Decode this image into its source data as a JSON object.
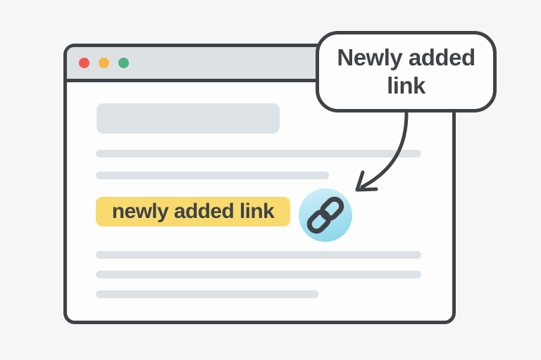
{
  "colors": {
    "page-bg": "#f6f6f7",
    "stroke": "#3f4347",
    "window-bg": "#fdfdfe",
    "topbar": "#dce1e4",
    "skeleton": "#dde2e6",
    "dot-red": "#f0594f",
    "dot-orange": "#f9b544",
    "dot-green": "#4eb283",
    "highlight-yellow": "#f8da6e",
    "circle-blue-light": "#c6ecf6",
    "circle-blue": "#92d8ec",
    "bubble-bg": "#fdfdfd"
  },
  "callout": {
    "line1": "Newly added",
    "line2": "link"
  },
  "browser": {
    "highlight_text": "newly added link",
    "traffic_lights": [
      "close",
      "minimize",
      "maximize"
    ],
    "link_icon": "chain-link-icon"
  }
}
